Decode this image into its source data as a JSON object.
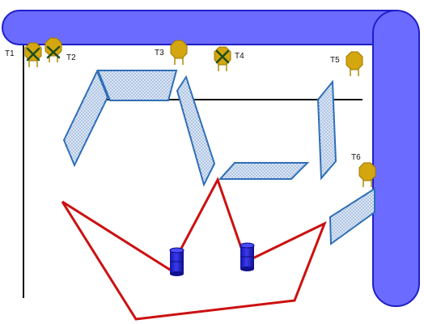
{
  "colors": {
    "pipe_fill": "#6b6bff",
    "pipe_stroke": "#1f1fc8",
    "panel_fill": "#c9daf3",
    "panel_stroke": "#2f6fb8",
    "wire": "#cc1111",
    "frame_line": "#111111",
    "sensor_body": "#d4a60f",
    "sensor_stroke": "#9c7a00",
    "sensor_leg": "#b08b00",
    "fault_mark": "#1d4d1d",
    "cylinder": "#1a1acc"
  },
  "sensors": [
    {
      "label": "T1",
      "faulty": true
    },
    {
      "label": "T2",
      "faulty": true
    },
    {
      "label": "T3",
      "faulty": false
    },
    {
      "label": "T4",
      "faulty": true
    },
    {
      "label": "T5",
      "faulty": false
    },
    {
      "label": "T6",
      "faulty": false
    }
  ]
}
